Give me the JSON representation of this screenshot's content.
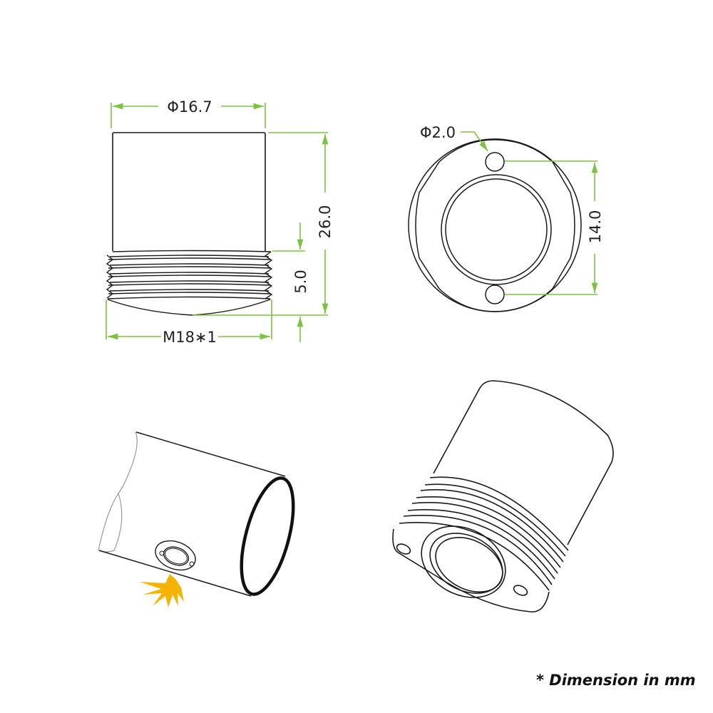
{
  "colors": {
    "line": "#1a1a1a",
    "dimension": "#7dc242",
    "light_burst": "#f6b400"
  },
  "side_view": {
    "diameter_label": "Φ16.7",
    "height_label": "26.0",
    "thread_length_label": "5.0",
    "thread_label": "M18∗1"
  },
  "front_view": {
    "hole_diameter_label": "Φ2.0",
    "hole_spacing_label": "14.0"
  },
  "footnote": "* Dimension in mm"
}
